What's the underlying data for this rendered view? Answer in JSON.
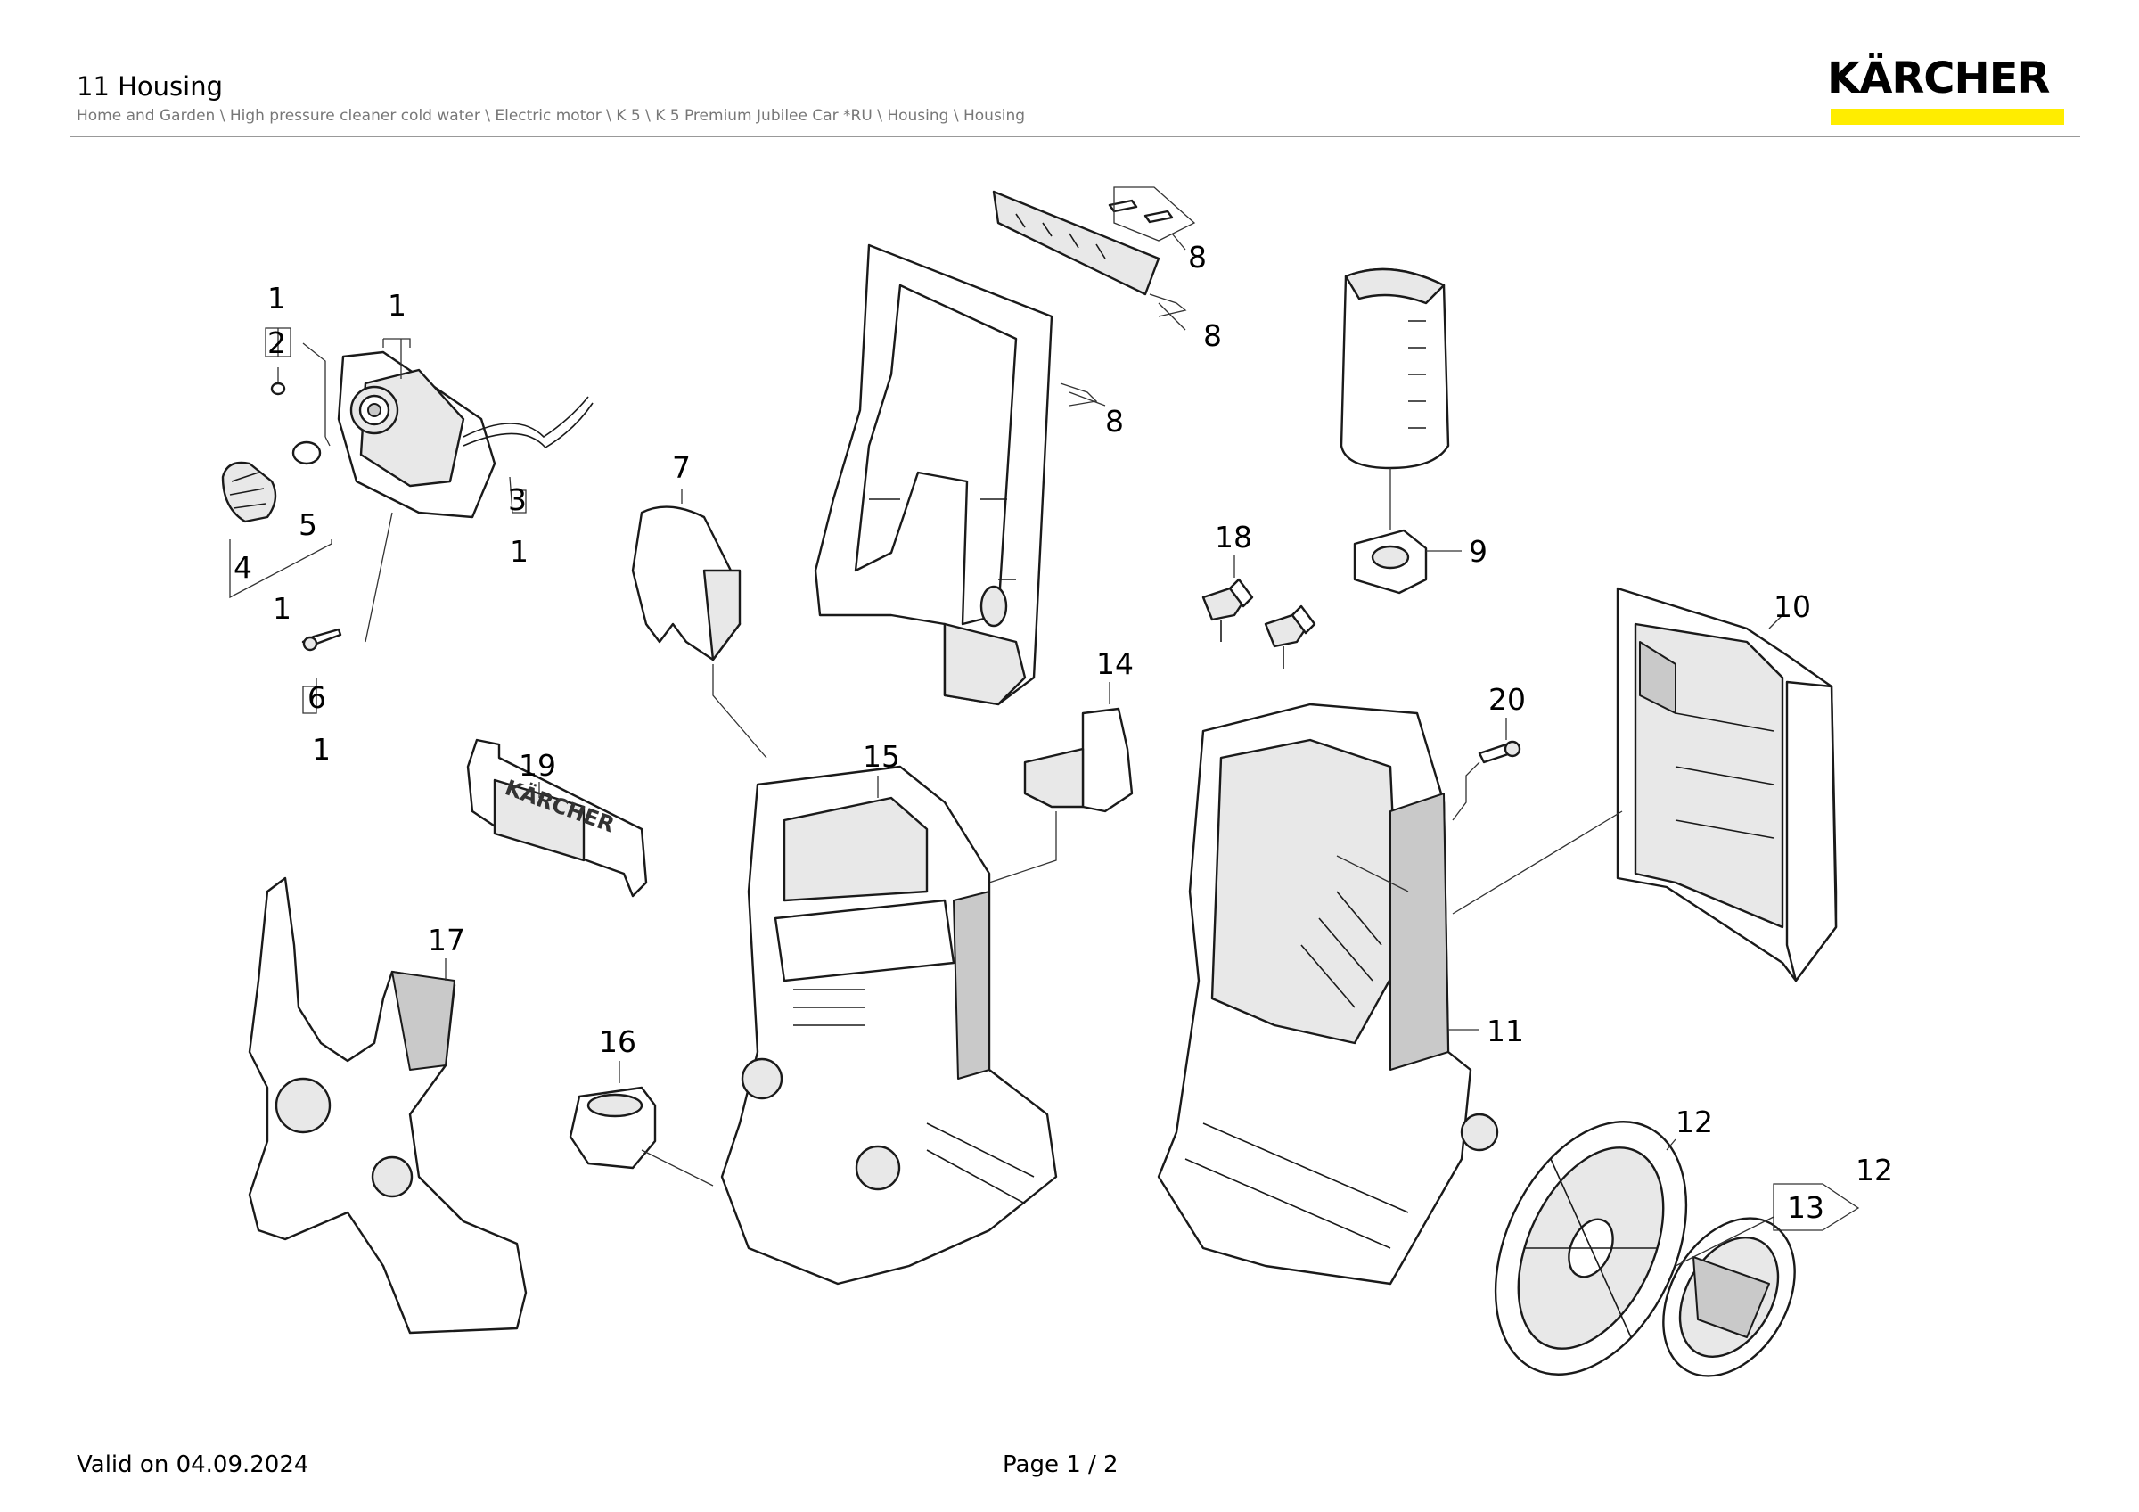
{
  "header": {
    "title": "11 Housing",
    "breadcrumb": "Home and Garden \\ High pressure cleaner cold water \\ Electric motor \\ K 5 \\ K 5 Premium Jubilee Car *RU \\ Housing \\ Housing",
    "logo_text": "KÄRCHER",
    "logo_bar_color": "#ffed00"
  },
  "diagram": {
    "callouts": {
      "c1a": "1",
      "c1b": "1",
      "c1c": "1",
      "c1d": "1",
      "c1e": "1",
      "c2": "2",
      "c3": "3",
      "c4": "4",
      "c5": "5",
      "c6": "6",
      "c7": "7",
      "c8a": "8",
      "c8b": "8",
      "c8c": "8",
      "c9": "9",
      "c10": "10",
      "c11": "11",
      "c12a": "12",
      "c12b": "12",
      "c13": "13",
      "c14": "14",
      "c15": "15",
      "c16": "16",
      "c17": "17",
      "c18": "18",
      "c19": "19",
      "c20": "20"
    },
    "part19_logo_text": "KÄRCHER"
  },
  "footer": {
    "valid": "Valid on 04.09.2024",
    "page": "Page 1 / 2"
  }
}
